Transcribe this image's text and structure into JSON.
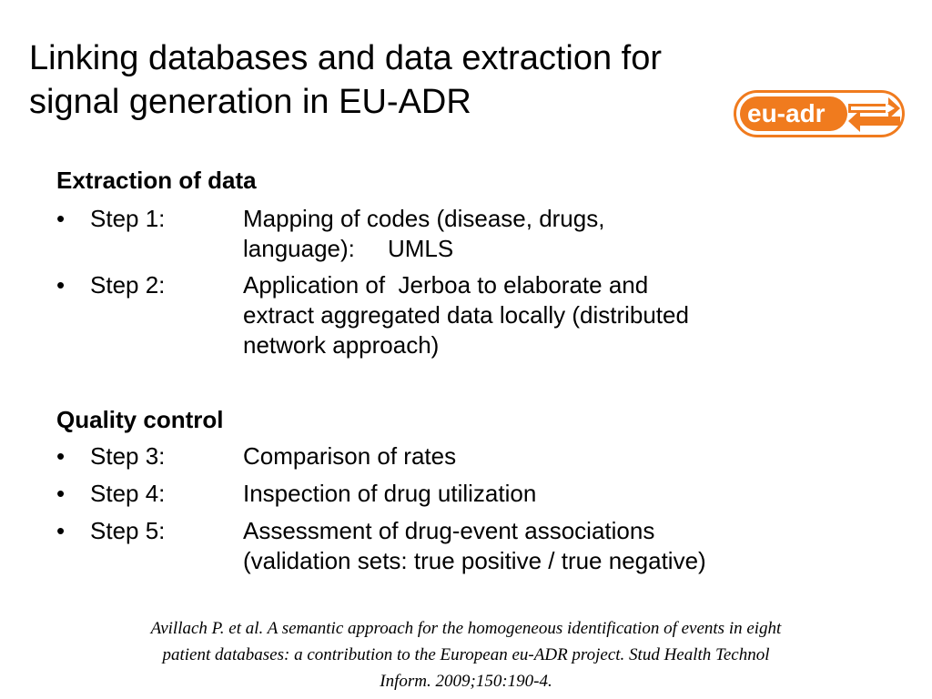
{
  "title": {
    "line1": "Linking databases and data extraction for",
    "line2": "signal generation in EU-ADR"
  },
  "logo": {
    "text": "eu-adr",
    "colors": {
      "orange": "#f07b1e",
      "white": "#ffffff"
    }
  },
  "extraction": {
    "heading": "Extraction of data",
    "steps": [
      {
        "bullet": "•",
        "label": "Step 1:",
        "lines": [
          "Mapping of codes (disease, drugs,",
          "language):     UMLS"
        ]
      },
      {
        "bullet": "•",
        "label": "Step 2:",
        "lines": [
          "Application of  Jerboa to elaborate and",
          "extract aggregated data locally (distributed",
          "network approach)"
        ]
      }
    ]
  },
  "quality": {
    "heading": "Quality control",
    "steps": [
      {
        "bullet": "•",
        "label": "Step 3:",
        "lines": [
          "Comparison of rates"
        ]
      },
      {
        "bullet": "•",
        "label": "Step 4:",
        "lines": [
          "Inspection of drug utilization"
        ]
      },
      {
        "bullet": "•",
        "label": "Step 5:",
        "lines": [
          "Assessment of drug-event associations",
          "(validation sets: true positive / true negative)"
        ]
      }
    ]
  },
  "citation": {
    "line1": "Avillach P. et al. A semantic approach for the homogeneous identification of events in eight",
    "line2": "patient databases: a contribution to the European eu-ADR project. Stud Health Technol",
    "line3": "Inform. 2009;150:190-4."
  }
}
